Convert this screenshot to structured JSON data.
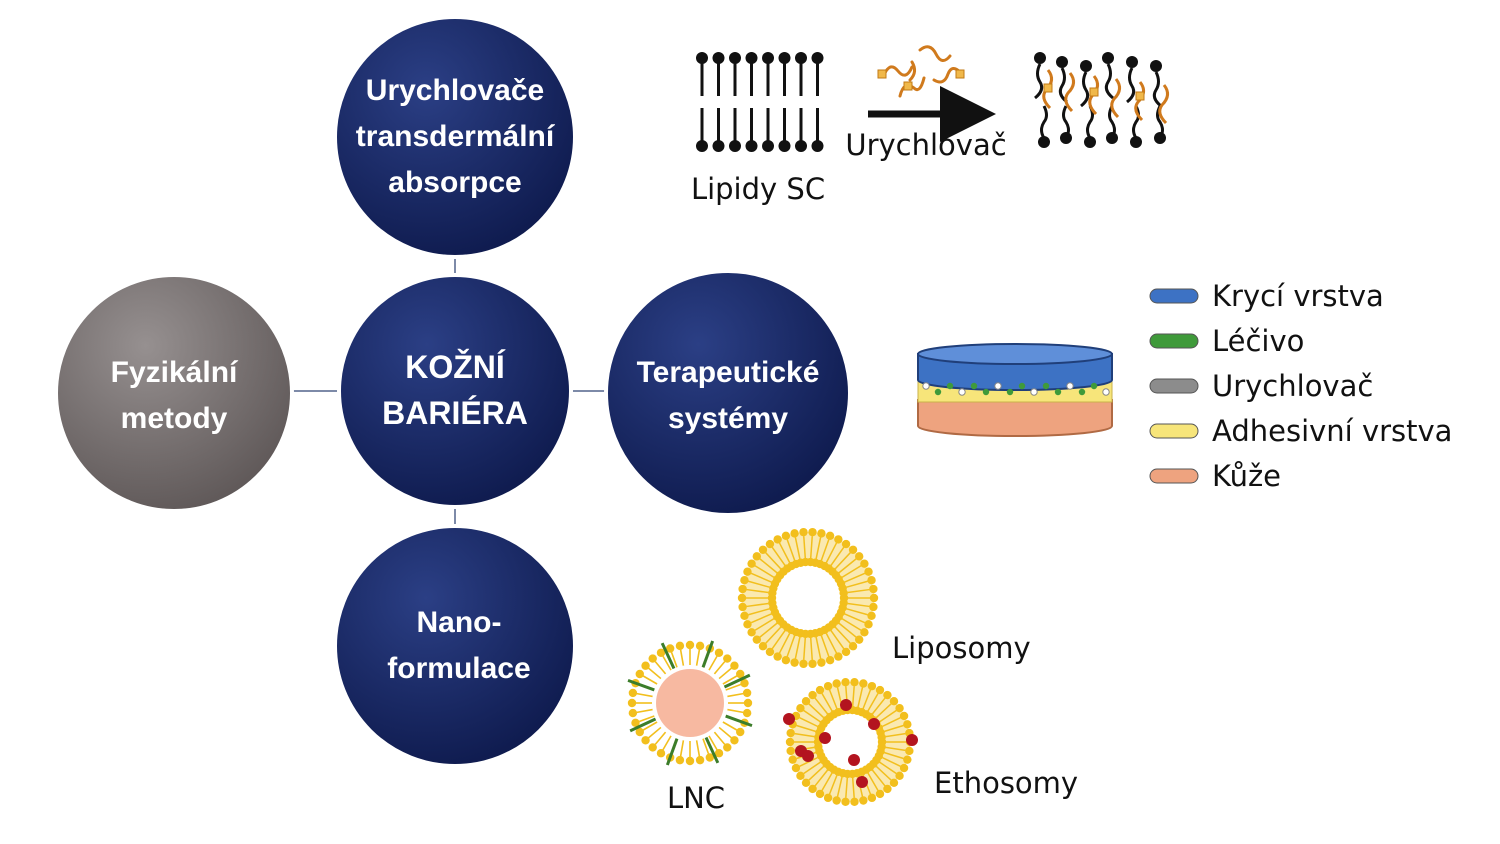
{
  "hub": {
    "lines": [
      "KOŽNÍ",
      "BARIÉRA"
    ],
    "color": "#13235e"
  },
  "nodes": {
    "enhancers": {
      "lines": [
        "Urychlovače",
        "transdermální",
        "absorpce"
      ],
      "color": "#13235e"
    },
    "physical": {
      "lines": [
        "Fyzikální",
        "metody"
      ],
      "color": "#7a7272"
    },
    "therapeutic": {
      "lines": [
        "Terapeutické",
        "systémy"
      ],
      "color": "#13235e"
    },
    "nano": {
      "lines": [
        "Nano-",
        "formulace"
      ],
      "color": "#13235e"
    }
  },
  "lipid_panel": {
    "left_label": "Lipidy SC",
    "arrow_label": "Urychlovač"
  },
  "patch_legend": [
    {
      "label": "Krycí vrstva",
      "color": "#3d72c4"
    },
    {
      "label": "Léčivo",
      "color": "#3f9a3a"
    },
    {
      "label": "Urychlovač",
      "color": "#8c8c8c"
    },
    {
      "label": "Adhesivní vrstva",
      "color": "#f7e57a"
    },
    {
      "label": "Kůže",
      "color": "#eea37f"
    }
  ],
  "nanoparticles": {
    "liposome_label": "Liposomy",
    "ethosome_label": "Ethosomy",
    "lnc_label": "LNC",
    "shell_color": "#f2bf1d",
    "drug_color": "#b3141f",
    "core_color": "#f7b9a1"
  }
}
